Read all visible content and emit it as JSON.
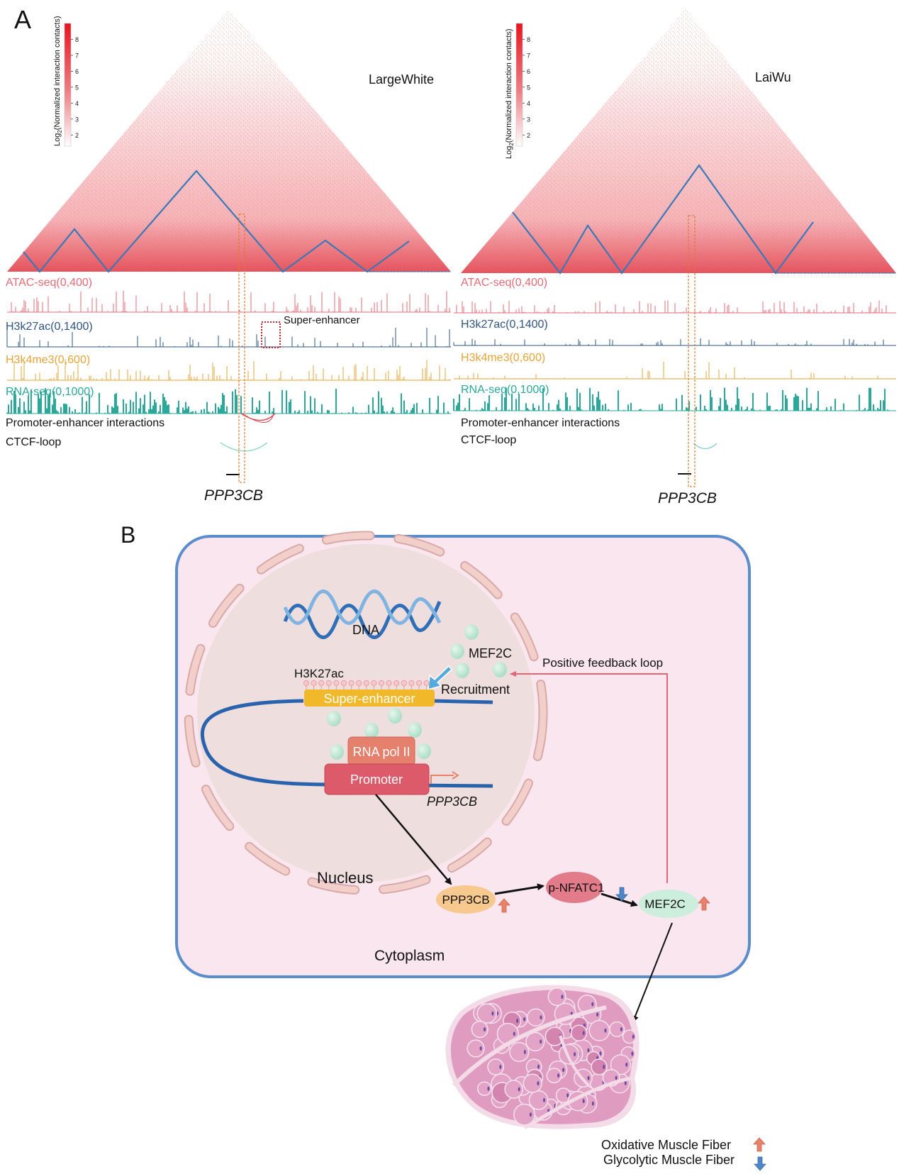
{
  "panel_a": {
    "label": "A",
    "colorbar": {
      "title_prefix": "Log",
      "title_sub": "2",
      "title_suffix": "(Normalized interaction contacts)",
      "ticks": [
        "8",
        "7",
        "6",
        "5",
        "4",
        "3",
        "2"
      ],
      "range": [
        1.3,
        9
      ],
      "color_high": "#e8141e",
      "color_low": "#ffffff"
    },
    "panels": [
      {
        "sample": "LargeWhite",
        "tracks": [
          {
            "label": "ATAC-seq(0,400)",
            "color": "#e46b78"
          },
          {
            "label": "H3k27ac(0,1400)",
            "color": "#2e5580"
          },
          {
            "label": "H3k4me3(0,600)",
            "color": "#e6a43a"
          },
          {
            "label": "RNA-seq(0,1000)",
            "color": "#2aa89a"
          }
        ],
        "super_enhancer_label": "Super-enhancer",
        "interactions_label": "Promoter-enhancer interactions",
        "ctcf_label": "CTCF-loop",
        "gene": "PPP3CB"
      },
      {
        "sample": "LaiWu",
        "tracks": [
          {
            "label": "ATAC-seq(0,400)",
            "color": "#e46b78"
          },
          {
            "label": "H3k27ac(0,1400)",
            "color": "#2e5580"
          },
          {
            "label": "H3k4me3(0,600)",
            "color": "#e6a43a"
          },
          {
            "label": "RNA-seq(0,1000)",
            "color": "#2aa89a"
          }
        ],
        "interactions_label": "Promoter-enhancer interactions",
        "ctcf_label": "CTCF-loop",
        "gene": "PPP3CB"
      }
    ],
    "tad_color": "#3a78b8",
    "highlight_color": "#e07a2c"
  },
  "panel_b": {
    "label": "B",
    "cell_label": "Cytoplasm",
    "nucleus_label": "Nucleus",
    "dna_label": "DNA",
    "mef2c_cluster_label": "MEF2C",
    "recruitment_label": "Recruitment",
    "h3k27ac_label": "H3K27ac",
    "super_enhancer_label": "Super-enhancer",
    "rna_pol_label": "RNA pol II",
    "promoter_label": "Promoter",
    "gene_label": "PPP3CB",
    "feedback_label": "Positive feedback loop",
    "nodes": [
      {
        "label": "PPP3CB",
        "change": "up"
      },
      {
        "label": "p-NFATC1",
        "change": "down"
      },
      {
        "label": "MEF2C",
        "change": "up"
      }
    ],
    "outcomes": [
      {
        "label": "Oxidative Muscle Fiber",
        "change": "up"
      },
      {
        "label": "Glycolytic Muscle Fiber",
        "change": "down"
      }
    ],
    "colors": {
      "cell_border": "#5b8ccc",
      "cell_fill": "#f9e6ef",
      "nucleus_fill": "#efdede",
      "envelope": "#f2cfcb",
      "super_enhancer": "#f1b82a",
      "promoter": "#dc5a6a",
      "rna_pol": "#e4806c",
      "ppp3cb_node": "#f7c98e",
      "nfatc1_node": "#e27b8a",
      "mef2c_node": "#cdeedd",
      "up_arrow": "#e8836a",
      "down_arrow": "#4f86c9",
      "feedback": "#e06678"
    }
  }
}
